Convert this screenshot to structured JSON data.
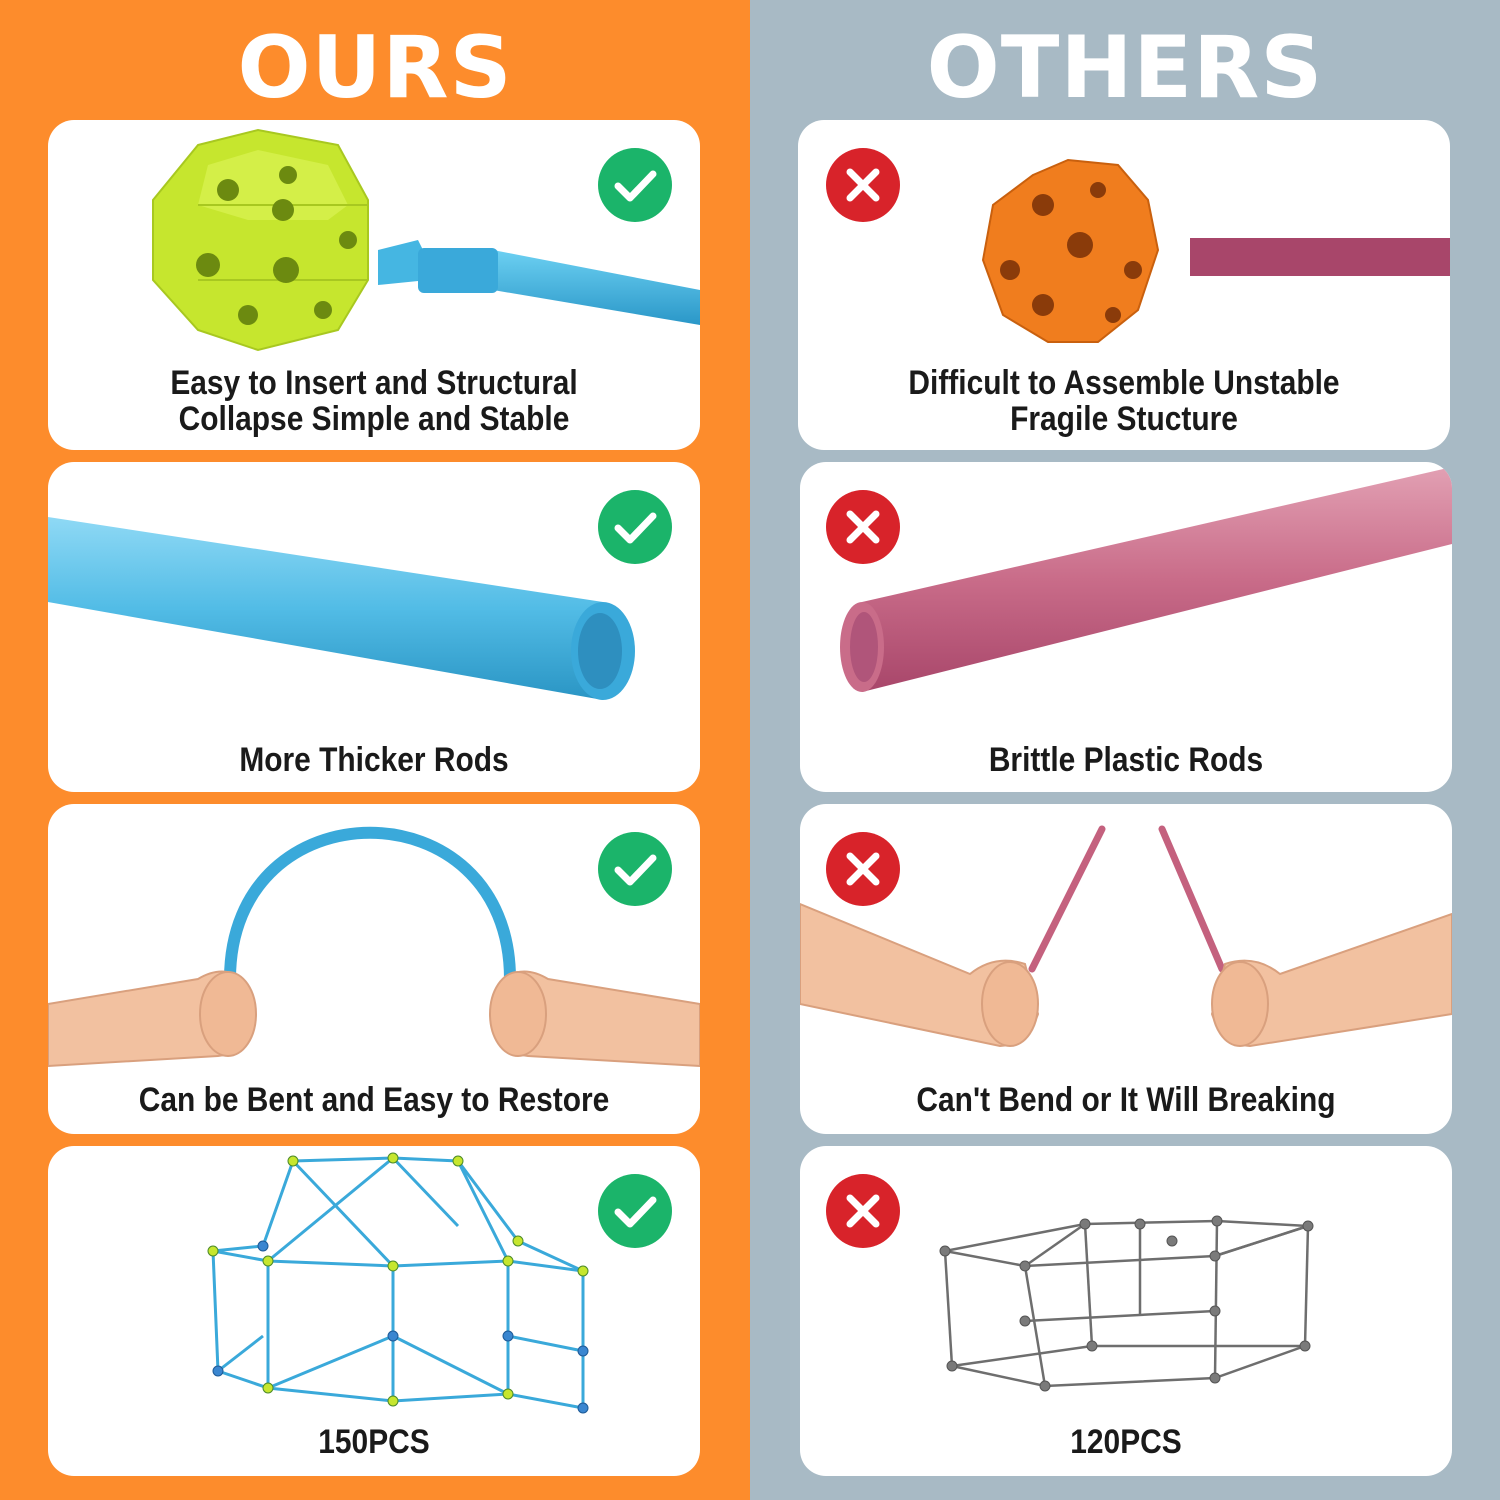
{
  "colors": {
    "ours_bg": "#FD8C2C",
    "others_bg": "#A8BAC5",
    "card_bg": "#FFFFFF",
    "check_green": "#1BB46A",
    "cross_red": "#D8232A",
    "ours_rod": "#3BA9D9",
    "others_rod": "#C4617E",
    "ours_ball": "#C6E62E",
    "others_ball": "#F07D1E"
  },
  "ours": {
    "heading": "OURS",
    "status_icon": "check-icon",
    "cards": [
      {
        "caption_lines": [
          "Easy to Insert and Structural",
          "Collapse Simple and Stable"
        ]
      },
      {
        "caption_lines": [
          "More Thicker Rods"
        ]
      },
      {
        "caption_lines": [
          "Can be Bent and Easy to Restore"
        ]
      },
      {
        "caption_lines": [
          "150PCS"
        ]
      }
    ]
  },
  "others": {
    "heading": "OTHERS",
    "status_icon": "cross-icon",
    "cards": [
      {
        "caption_lines": [
          "Difficult to Assemble  Unstable",
          "Fragile Stucture"
        ]
      },
      {
        "caption_lines": [
          "Brittle Plastic Rods"
        ]
      },
      {
        "caption_lines": [
          "Can't Bend or It Will Breaking"
        ]
      },
      {
        "caption_lines": [
          "120PCS"
        ]
      }
    ]
  }
}
